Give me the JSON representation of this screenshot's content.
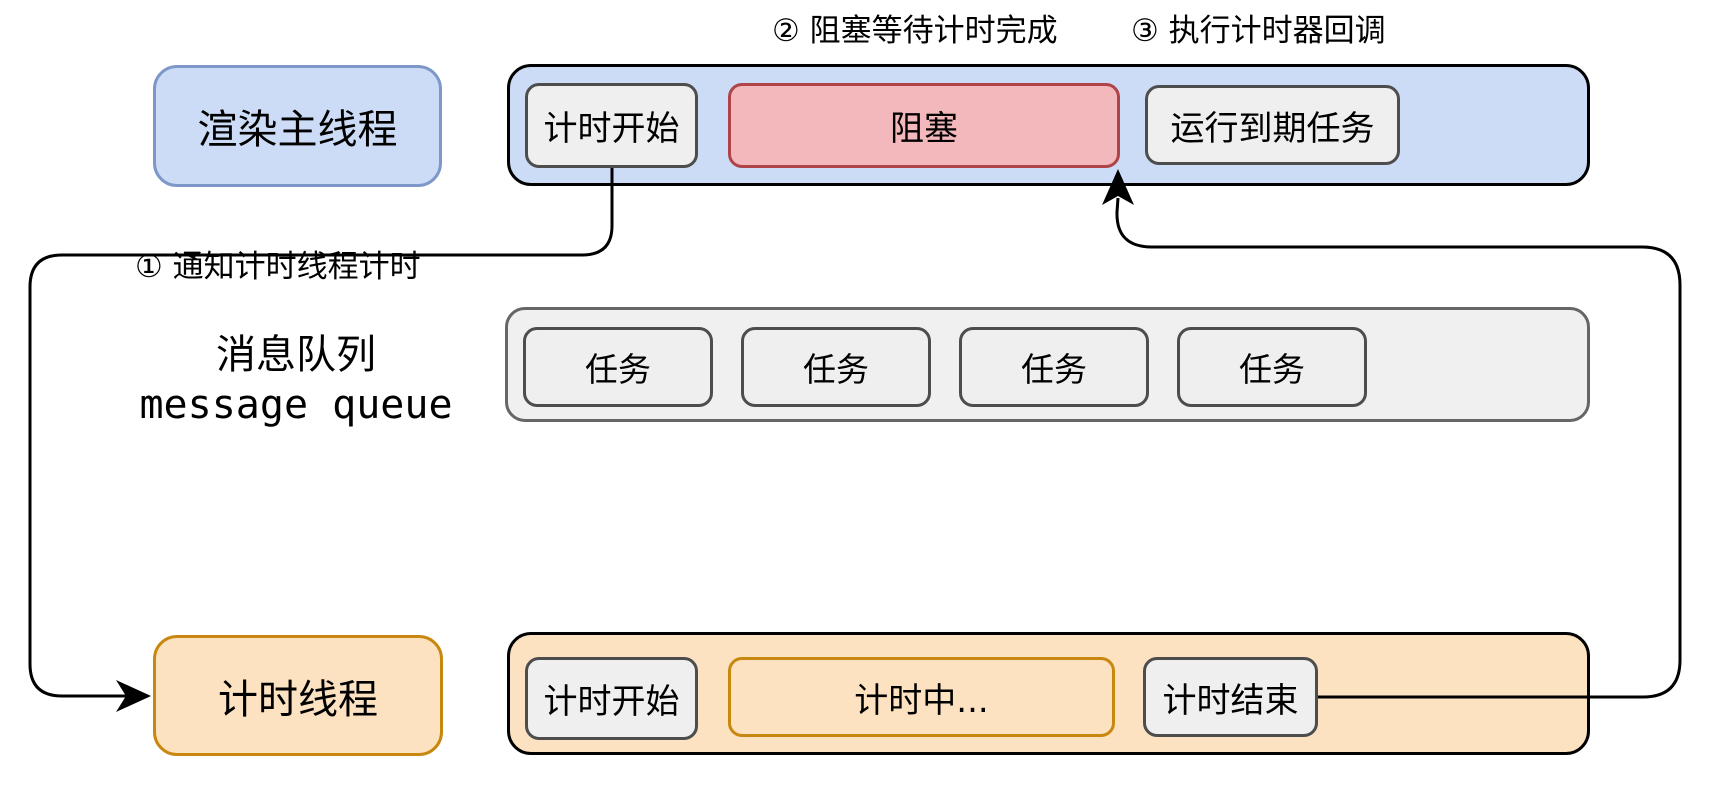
{
  "annotations": {
    "step1": "① 通知计时线程计时",
    "step2": "② 阻塞等待计时完成",
    "step3": "③ 执行计时器回调"
  },
  "main_thread": {
    "label": "渲染主线程",
    "blocks": {
      "start": "计时开始",
      "blocked": "阻塞",
      "run_due": "运行到期任务"
    }
  },
  "message_queue": {
    "label_zh": "消息队列",
    "label_en": "message queue",
    "tasks": [
      "任务",
      "任务",
      "任务",
      "任务"
    ]
  },
  "timer_thread": {
    "label": "计时线程",
    "blocks": {
      "start": "计时开始",
      "timing": "计时中...",
      "end": "计时结束"
    }
  },
  "colors": {
    "blue_fill": "#cddcf6",
    "blue_border": "#7e97c9",
    "red_fill": "#f2b8bb",
    "red_border": "#ae4348",
    "gray_fill": "#efefef",
    "gray_border": "#4d4d4d",
    "queue_fill": "#f0f0f0",
    "queue_border": "#666666",
    "orange_fill": "#fce2c0",
    "orange_border": "#c8870e",
    "line": "#000000"
  }
}
